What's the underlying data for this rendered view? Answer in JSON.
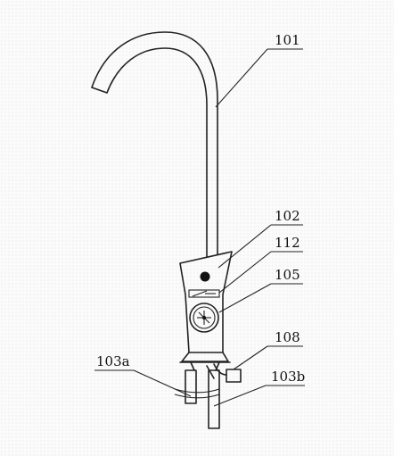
{
  "figure": {
    "labels": {
      "spout": "101",
      "body": "102",
      "indicator": "112",
      "gauge": "105",
      "connector": "108",
      "inlet_left": "103a",
      "inlet_right": "103b"
    }
  }
}
